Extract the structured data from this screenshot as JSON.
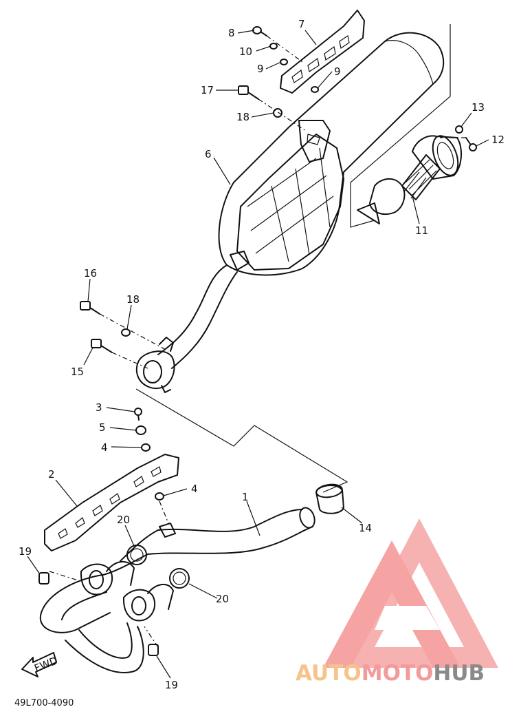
{
  "diagram": {
    "part_code": "49L700-4090",
    "fwd_label": "FWD",
    "callouts": [
      {
        "id": "c8",
        "text": "8"
      },
      {
        "id": "c7",
        "text": "7"
      },
      {
        "id": "c10",
        "text": "10"
      },
      {
        "id": "c9a",
        "text": "9"
      },
      {
        "id": "c9b",
        "text": "9"
      },
      {
        "id": "c17",
        "text": "17"
      },
      {
        "id": "c18a",
        "text": "18"
      },
      {
        "id": "c6",
        "text": "6"
      },
      {
        "id": "c13",
        "text": "13"
      },
      {
        "id": "c12",
        "text": "12"
      },
      {
        "id": "c11",
        "text": "11"
      },
      {
        "id": "c16",
        "text": "16"
      },
      {
        "id": "c18b",
        "text": "18"
      },
      {
        "id": "c15",
        "text": "15"
      },
      {
        "id": "c3",
        "text": "3"
      },
      {
        "id": "c5",
        "text": "5"
      },
      {
        "id": "c4a",
        "text": "4"
      },
      {
        "id": "c2",
        "text": "2"
      },
      {
        "id": "c4b",
        "text": "4"
      },
      {
        "id": "c1",
        "text": "1"
      },
      {
        "id": "c14",
        "text": "14"
      },
      {
        "id": "c20a",
        "text": "20"
      },
      {
        "id": "c19a",
        "text": "19"
      },
      {
        "id": "c20b",
        "text": "20"
      },
      {
        "id": "c19b",
        "text": "19"
      }
    ]
  },
  "watermark": {
    "part1": "AUTO",
    "part2": "MOTO",
    "part3": "HUB",
    "color1": "#f6c48a",
    "color2": "#f39a9a",
    "color3": "#8a8a8a",
    "logo_color": "#f5a3a3"
  }
}
